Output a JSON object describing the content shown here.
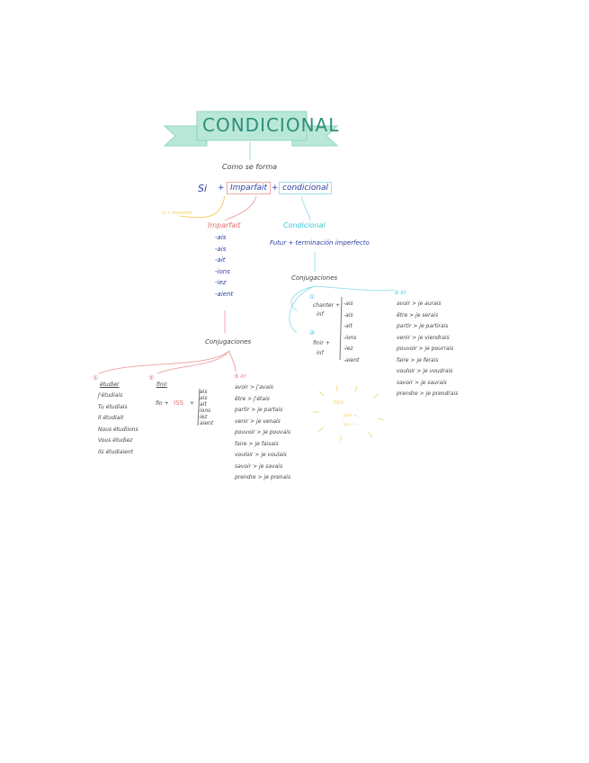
{
  "title": "CONDICIONAL",
  "como_se_forma": "Como se forma",
  "formula": {
    "si": "Si",
    "plus1": "+",
    "imparfait": "Imparfait",
    "plus2": "+",
    "condicional": "condicional"
  },
  "si_note": "si + imparfait",
  "imparfait": {
    "heading": "Imparfait",
    "endings": [
      "-ais",
      "-ais",
      "-ait",
      "-ions",
      "-iez",
      "-aient"
    ]
  },
  "condicional": {
    "heading": "Condicional",
    "rule": "Futur + terminación imperfecto"
  },
  "conj_right": {
    "heading": "Conjugaciones",
    "g1": {
      "num": "①",
      "verb": "chanter +",
      "inf": "inf"
    },
    "g2": {
      "num": "②",
      "verb": "finir +",
      "inf": "inf"
    },
    "endings": [
      "-ais",
      "-ais",
      "-ait",
      "-ions",
      "-iez",
      "-aient"
    ],
    "g3": {
      "num": "③ irr",
      "items": [
        "avoir > je aurais",
        "être > je serais",
        "partir > je partirais",
        "venir > je viendrais",
        "pouvoir > je pourrais",
        "faire > je ferais",
        "vouloir > je voudrais",
        "savoir > je saurais",
        "prendre > je prendrais"
      ]
    }
  },
  "conj_left": {
    "heading": "Conjugaciones",
    "g1": {
      "num": "①",
      "verb": "étudier",
      "items": [
        "J'étudiais",
        "Tu étudiais",
        "Il étudiait",
        "Nous étudiions",
        "Vous étudiez",
        "Ils étudiaient"
      ]
    },
    "g2": {
      "num": "②",
      "verb": "finir",
      "formula": "fin +",
      "iss": "ISS",
      "plus": "+",
      "endings": [
        "ais",
        "ais",
        "ait",
        "ions",
        "iez",
        "aient"
      ]
    },
    "g3": {
      "num": "③ irr",
      "items": [
        "avoir > j'avais",
        "être > j'étais",
        "partir > je partais",
        "venir > je venais",
        "pouvoir > je pouvais",
        "faire > je faisais",
        "vouloir > je voulais",
        "savoir > je savais",
        "prendre > je prenais"
      ]
    }
  },
  "tips": {
    "label": "tips",
    "lines": [
      "pas → ...",
      "ça → ..."
    ]
  },
  "colors": {
    "banner": "#aee3d2",
    "banner_text": "#2f8f78",
    "blue": "#2a3fa0",
    "red": "#e07070",
    "cyan": "#3cc4dc",
    "yellow": "#f3cf6a"
  }
}
